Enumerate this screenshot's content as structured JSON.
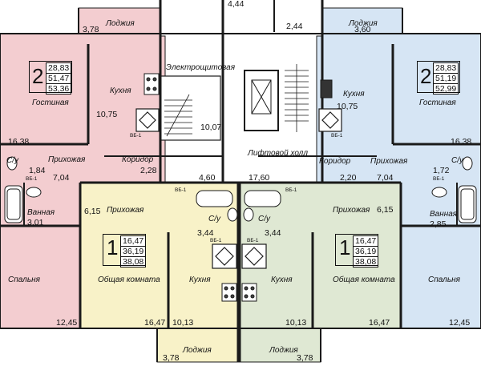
{
  "labels": {
    "loggia": "Лоджия",
    "kitchen": "Кухня",
    "living": "Гостиная",
    "hall": "Прихожая",
    "corridor": "Коридор",
    "bath": "Ванная",
    "wc": "С/у",
    "bedroom": "Спальня",
    "common_room": "Общая комната",
    "electrical": "Электрощитовая",
    "elevator_hall": "Лифтовой холл",
    "vent_tag": "ВБ-1"
  },
  "apartments": {
    "nw": {
      "rooms": "2",
      "areas": [
        "28,83",
        "51,47",
        "53,36"
      ]
    },
    "ne": {
      "rooms": "2",
      "areas": [
        "28,83",
        "51,19",
        "52,99"
      ]
    },
    "sw": {
      "rooms": "1",
      "areas": [
        "16,47",
        "36,19",
        "38,08"
      ]
    },
    "se": {
      "rooms": "1",
      "areas": [
        "16,47",
        "36,19",
        "38,08"
      ]
    }
  },
  "dims": {
    "d1": "3,78",
    "d2": "4,44",
    "d3": "2,44",
    "d4": "3,60",
    "d5": "10,75",
    "d6": "10,07",
    "d7": "10,75",
    "d8": "16,38",
    "d9": "16,38",
    "d10": "1,84",
    "d11": "7,04",
    "d12": "2,28",
    "d13": "4,60",
    "d14": "17,60",
    "d15": "2,20",
    "d16": "7,04",
    "d17": "1,72",
    "d18": "6,15",
    "d19": "6,15",
    "d20": "3,01",
    "d21": "2,85",
    "d22": "3,44",
    "d23": "3,44",
    "d24": "12,45",
    "d25": "16,47",
    "d26": "10,13",
    "d27": "10,13",
    "d28": "16,47",
    "d29": "12,45",
    "d30": "3,78",
    "d31": "3,78"
  },
  "colors": {
    "pink": "#f3cdd0",
    "blue": "#d6e5f4",
    "yellow": "#f8f2c8",
    "green": "#dfe8d3",
    "wall": "#1a1a1a"
  }
}
